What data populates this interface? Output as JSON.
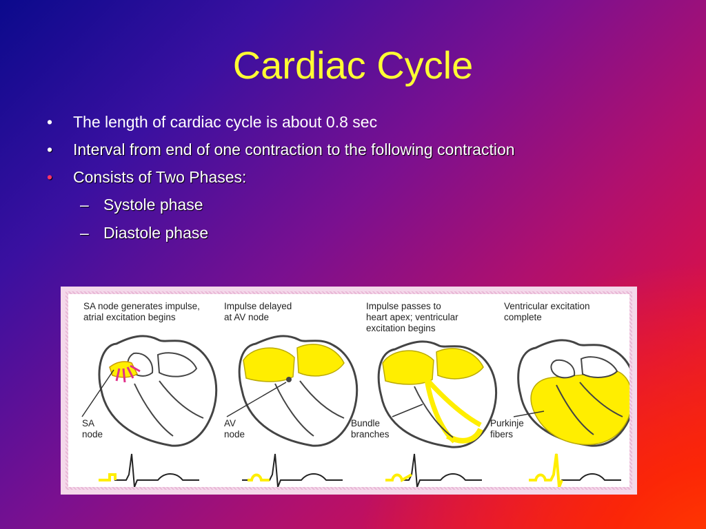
{
  "slide": {
    "title": "Cardiac Cycle",
    "bullets": [
      {
        "text": "The length of cardiac cycle is about 0.8 sec",
        "marker": "•",
        "marker_color": "#ffffff",
        "shadow": false
      },
      {
        "text": "Interval from end of one contraction to the following contraction",
        "marker": "•",
        "marker_color": "#ffffff",
        "shadow": true
      },
      {
        "text": "Consists of Two Phases:",
        "marker": "•",
        "marker_color": "#ff3366",
        "shadow": true
      },
      {
        "text": "Systole phase",
        "marker": "–",
        "marker_color": "#ffffff",
        "shadow": true
      },
      {
        "text": "Diastole phase",
        "marker": "–",
        "marker_color": "#ffffff",
        "shadow": true
      }
    ]
  },
  "colors": {
    "title": "#ffff33",
    "excitation": "#ffee00"
  },
  "figure": {
    "panels": [
      {
        "caption_line1": "SA node generates impulse,",
        "caption_line2": "atrial excitation begins",
        "caption_line3": "",
        "label_line1": "SA",
        "label_line2": "node"
      },
      {
        "caption_line1": "Impulse delayed",
        "caption_line2": "at AV node",
        "caption_line3": "",
        "label_line1": "AV",
        "label_line2": "node"
      },
      {
        "caption_line1": "Impulse passes to",
        "caption_line2": "heart apex; ventricular",
        "caption_line3": "excitation begins",
        "label_line1": "Bundle",
        "label_line2": "branches"
      },
      {
        "caption_line1": "Ventricular excitation",
        "caption_line2": "complete",
        "caption_line3": "",
        "label_line1": "Purkinje",
        "label_line2": "fibers"
      }
    ]
  }
}
